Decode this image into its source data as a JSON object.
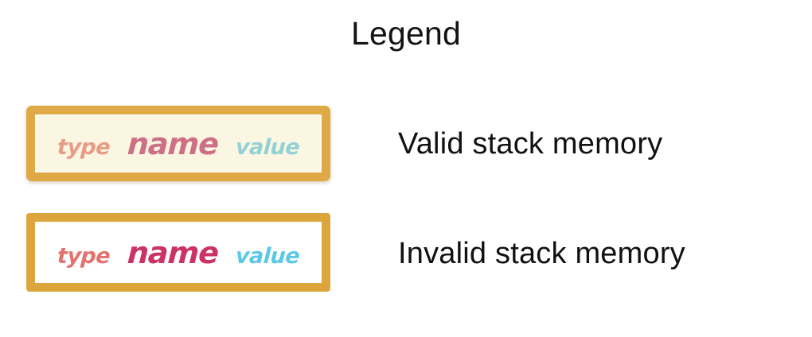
{
  "title": "Legend",
  "colors": {
    "background": "#ffffff",
    "title_text": "#131313",
    "label_text": "#111111",
    "border_valid": "#DFAA46",
    "border_invalid": "#DDA63C",
    "fill_valid": "#FBF6E2",
    "fill_invalid": "#FFFFFF",
    "type_valid": "#E79C86",
    "name_valid": "#CC7086",
    "value_valid": "#93D1D4",
    "type_invalid": "#E2726E",
    "name_invalid": "#CB3268",
    "value_invalid": "#5BC8E8"
  },
  "entries": [
    {
      "id": "valid-stack-memory",
      "label": "Valid stack memory",
      "slot": {
        "type": "type",
        "name": "name",
        "value": "value"
      }
    },
    {
      "id": "invalid-stack-memory",
      "label": "Invalid stack memory",
      "slot": {
        "type": "type",
        "name": "name",
        "value": "value"
      }
    }
  ]
}
